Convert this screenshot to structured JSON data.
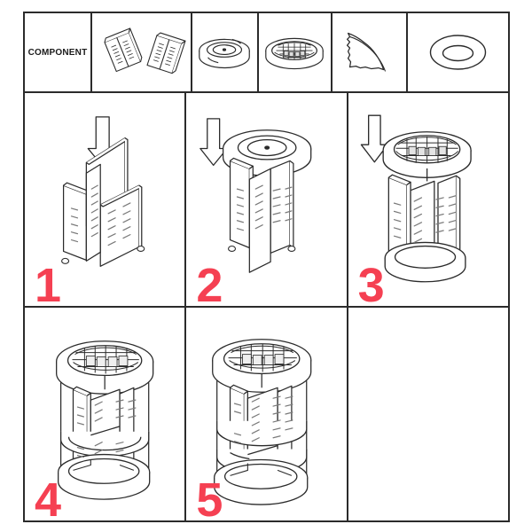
{
  "sheet": {
    "kind": "assembly-instruction-sheet",
    "background": "#ffffff",
    "line_color": "#2b2b2b",
    "accent_color": "#f54052"
  },
  "header": {
    "label": "COMPONENT",
    "components": [
      {
        "id": "divider-panels",
        "name": "two-flat-vented-panels",
        "count": 2
      },
      {
        "id": "base-disc",
        "name": "round-base-plate-with-center-pin",
        "count": 1
      },
      {
        "id": "grid-top",
        "name": "round-grid-tray",
        "count": 1
      },
      {
        "id": "curved-shelf",
        "name": "curved-fan-shelf",
        "count": 1
      },
      {
        "id": "ring",
        "name": "support-ring",
        "count": 1
      }
    ]
  },
  "steps": [
    {
      "number": "1",
      "name": "insert-divider-panels",
      "arrow": "down-arrow",
      "art": "interlocking vertical vented panels forming a cross"
    },
    {
      "number": "2",
      "name": "attach-base-disc",
      "arrow": "down-arrow",
      "art": "round base plate placed on top of panel assembly"
    },
    {
      "number": "3",
      "name": "attach-grid-tray",
      "arrow": "down-arrow",
      "art": "grid tray and lower ring added to the column"
    },
    {
      "number": "4",
      "name": "add-first-shelf",
      "arrow": "",
      "art": "assembled cylinder with one curved shelf and mid ring"
    },
    {
      "number": "5",
      "name": "add-second-shelf",
      "arrow": "",
      "art": "completed rotating organizer with two shelves"
    },
    {
      "number": "",
      "name": "empty-cell",
      "arrow": "",
      "art": ""
    }
  ]
}
